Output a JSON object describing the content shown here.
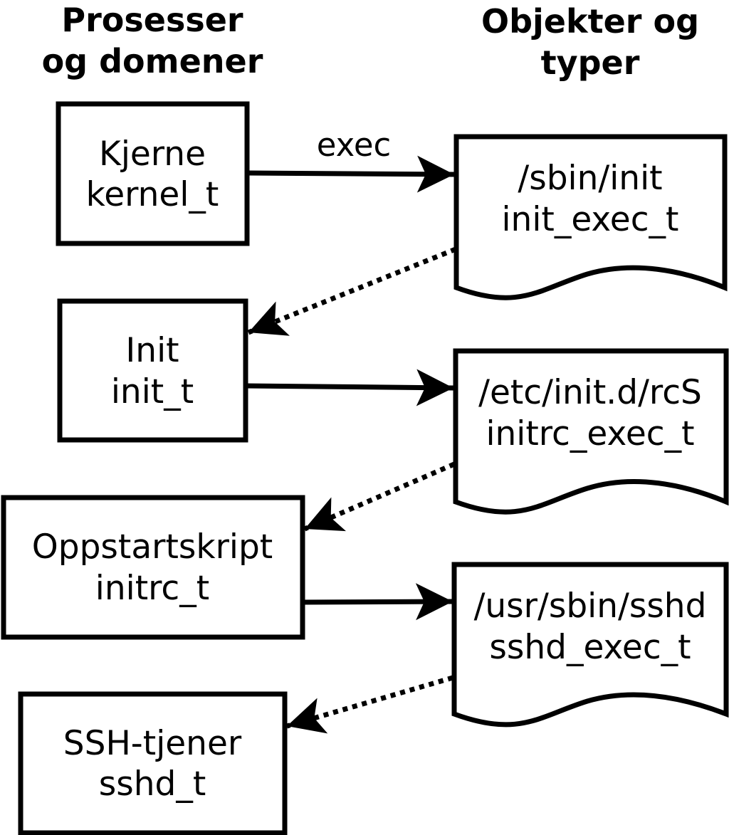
{
  "headings": {
    "processes": [
      "Prosesser",
      "og domener"
    ],
    "objects": [
      "Objekter og",
      "typer"
    ]
  },
  "processes": [
    {
      "name": "Kjerne",
      "domain": "kernel_t"
    },
    {
      "name": "Init",
      "domain": "init_t"
    },
    {
      "name": "Oppstartskript",
      "domain": "initrc_t"
    },
    {
      "name": "SSH-tjener",
      "domain": "sshd_t"
    }
  ],
  "objects": [
    {
      "path": "/sbin/init",
      "type": "init_exec_t"
    },
    {
      "path": "/etc/init.d/rcS",
      "type": "initrc_exec_t"
    },
    {
      "path": "/usr/sbin/sshd",
      "type": "sshd_exec_t"
    }
  ],
  "edge_label": "exec",
  "colors": {
    "stroke": "#000000",
    "background": "#ffffff"
  }
}
